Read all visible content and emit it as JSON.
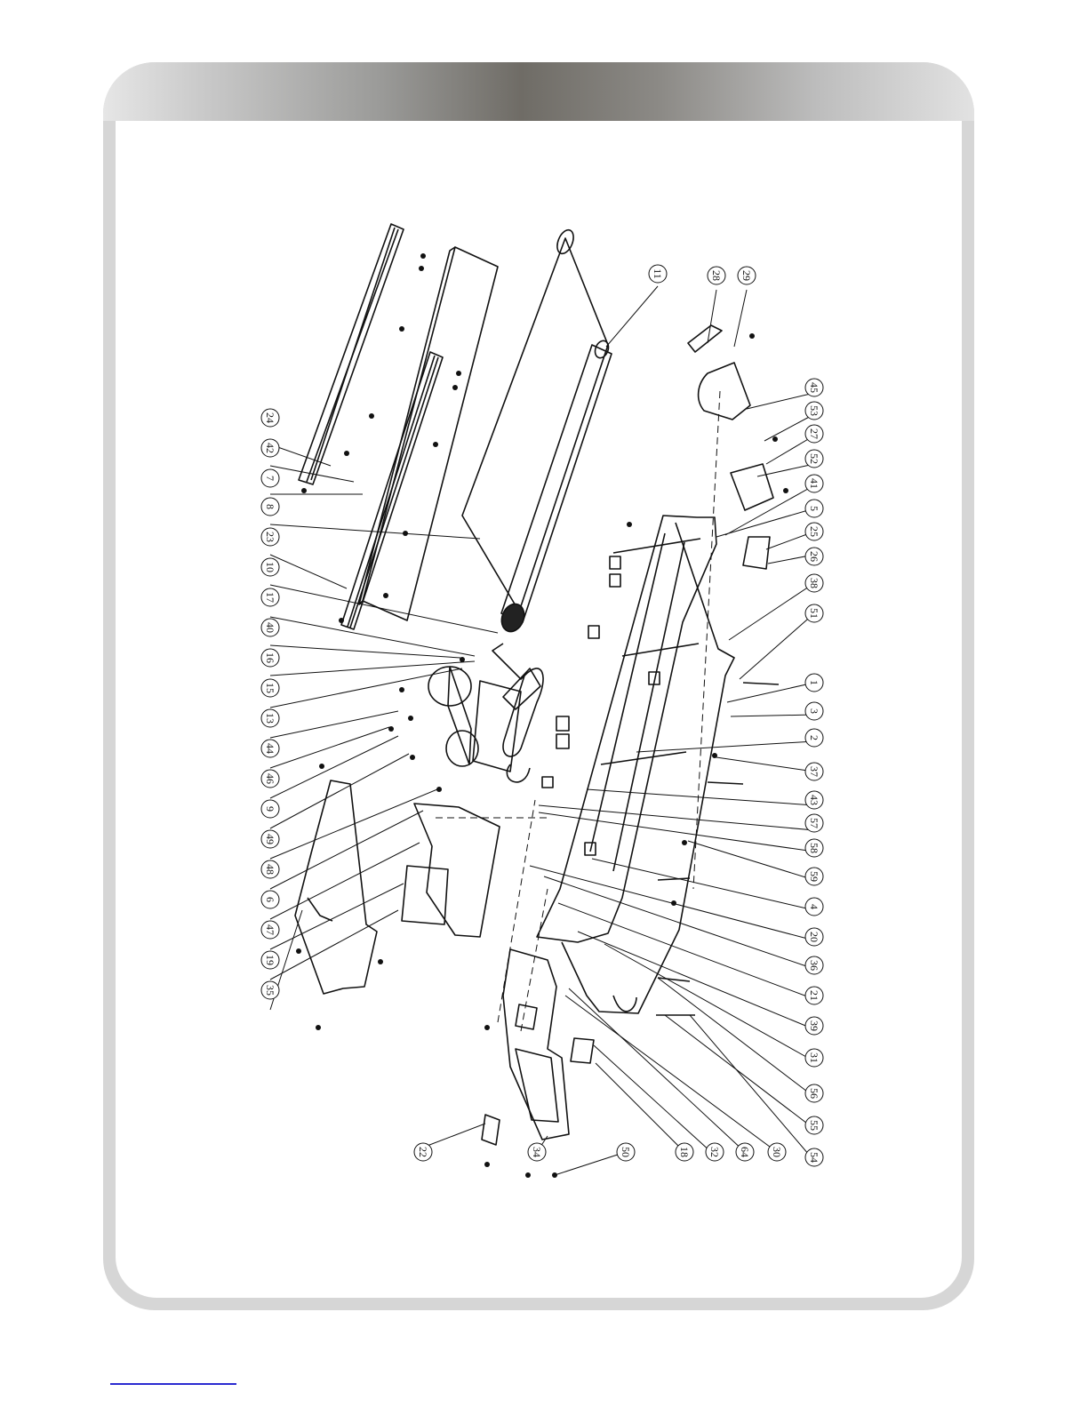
{
  "header": {
    "gradient": [
      "#e6e6e6",
      "#6f6c66",
      "#e2e2e2"
    ]
  },
  "frame": {
    "border_color": "#d6d6d6",
    "footer_rule_color": "#2b2bd0"
  },
  "diagram": {
    "type": "exploded-parts-view",
    "callouts_left": [
      "24",
      "42",
      "7",
      "8",
      "23",
      "10",
      "17",
      "40",
      "16",
      "15",
      "13",
      "44",
      "46",
      "9",
      "49",
      "48",
      "6",
      "47",
      "19",
      "35"
    ],
    "callouts_top": [
      "11",
      "28",
      "29"
    ],
    "callouts_right": [
      "45",
      "53",
      "27",
      "52",
      "41",
      "5",
      "25",
      "26",
      "38",
      "51",
      "1",
      "3",
      "2",
      "37",
      "43",
      "57",
      "58",
      "59",
      "4",
      "20",
      "36",
      "21",
      "39",
      "31",
      "56",
      "55",
      "54"
    ],
    "callouts_bottom": [
      "22",
      "34",
      "50",
      "18",
      "32",
      "64",
      "30"
    ]
  }
}
